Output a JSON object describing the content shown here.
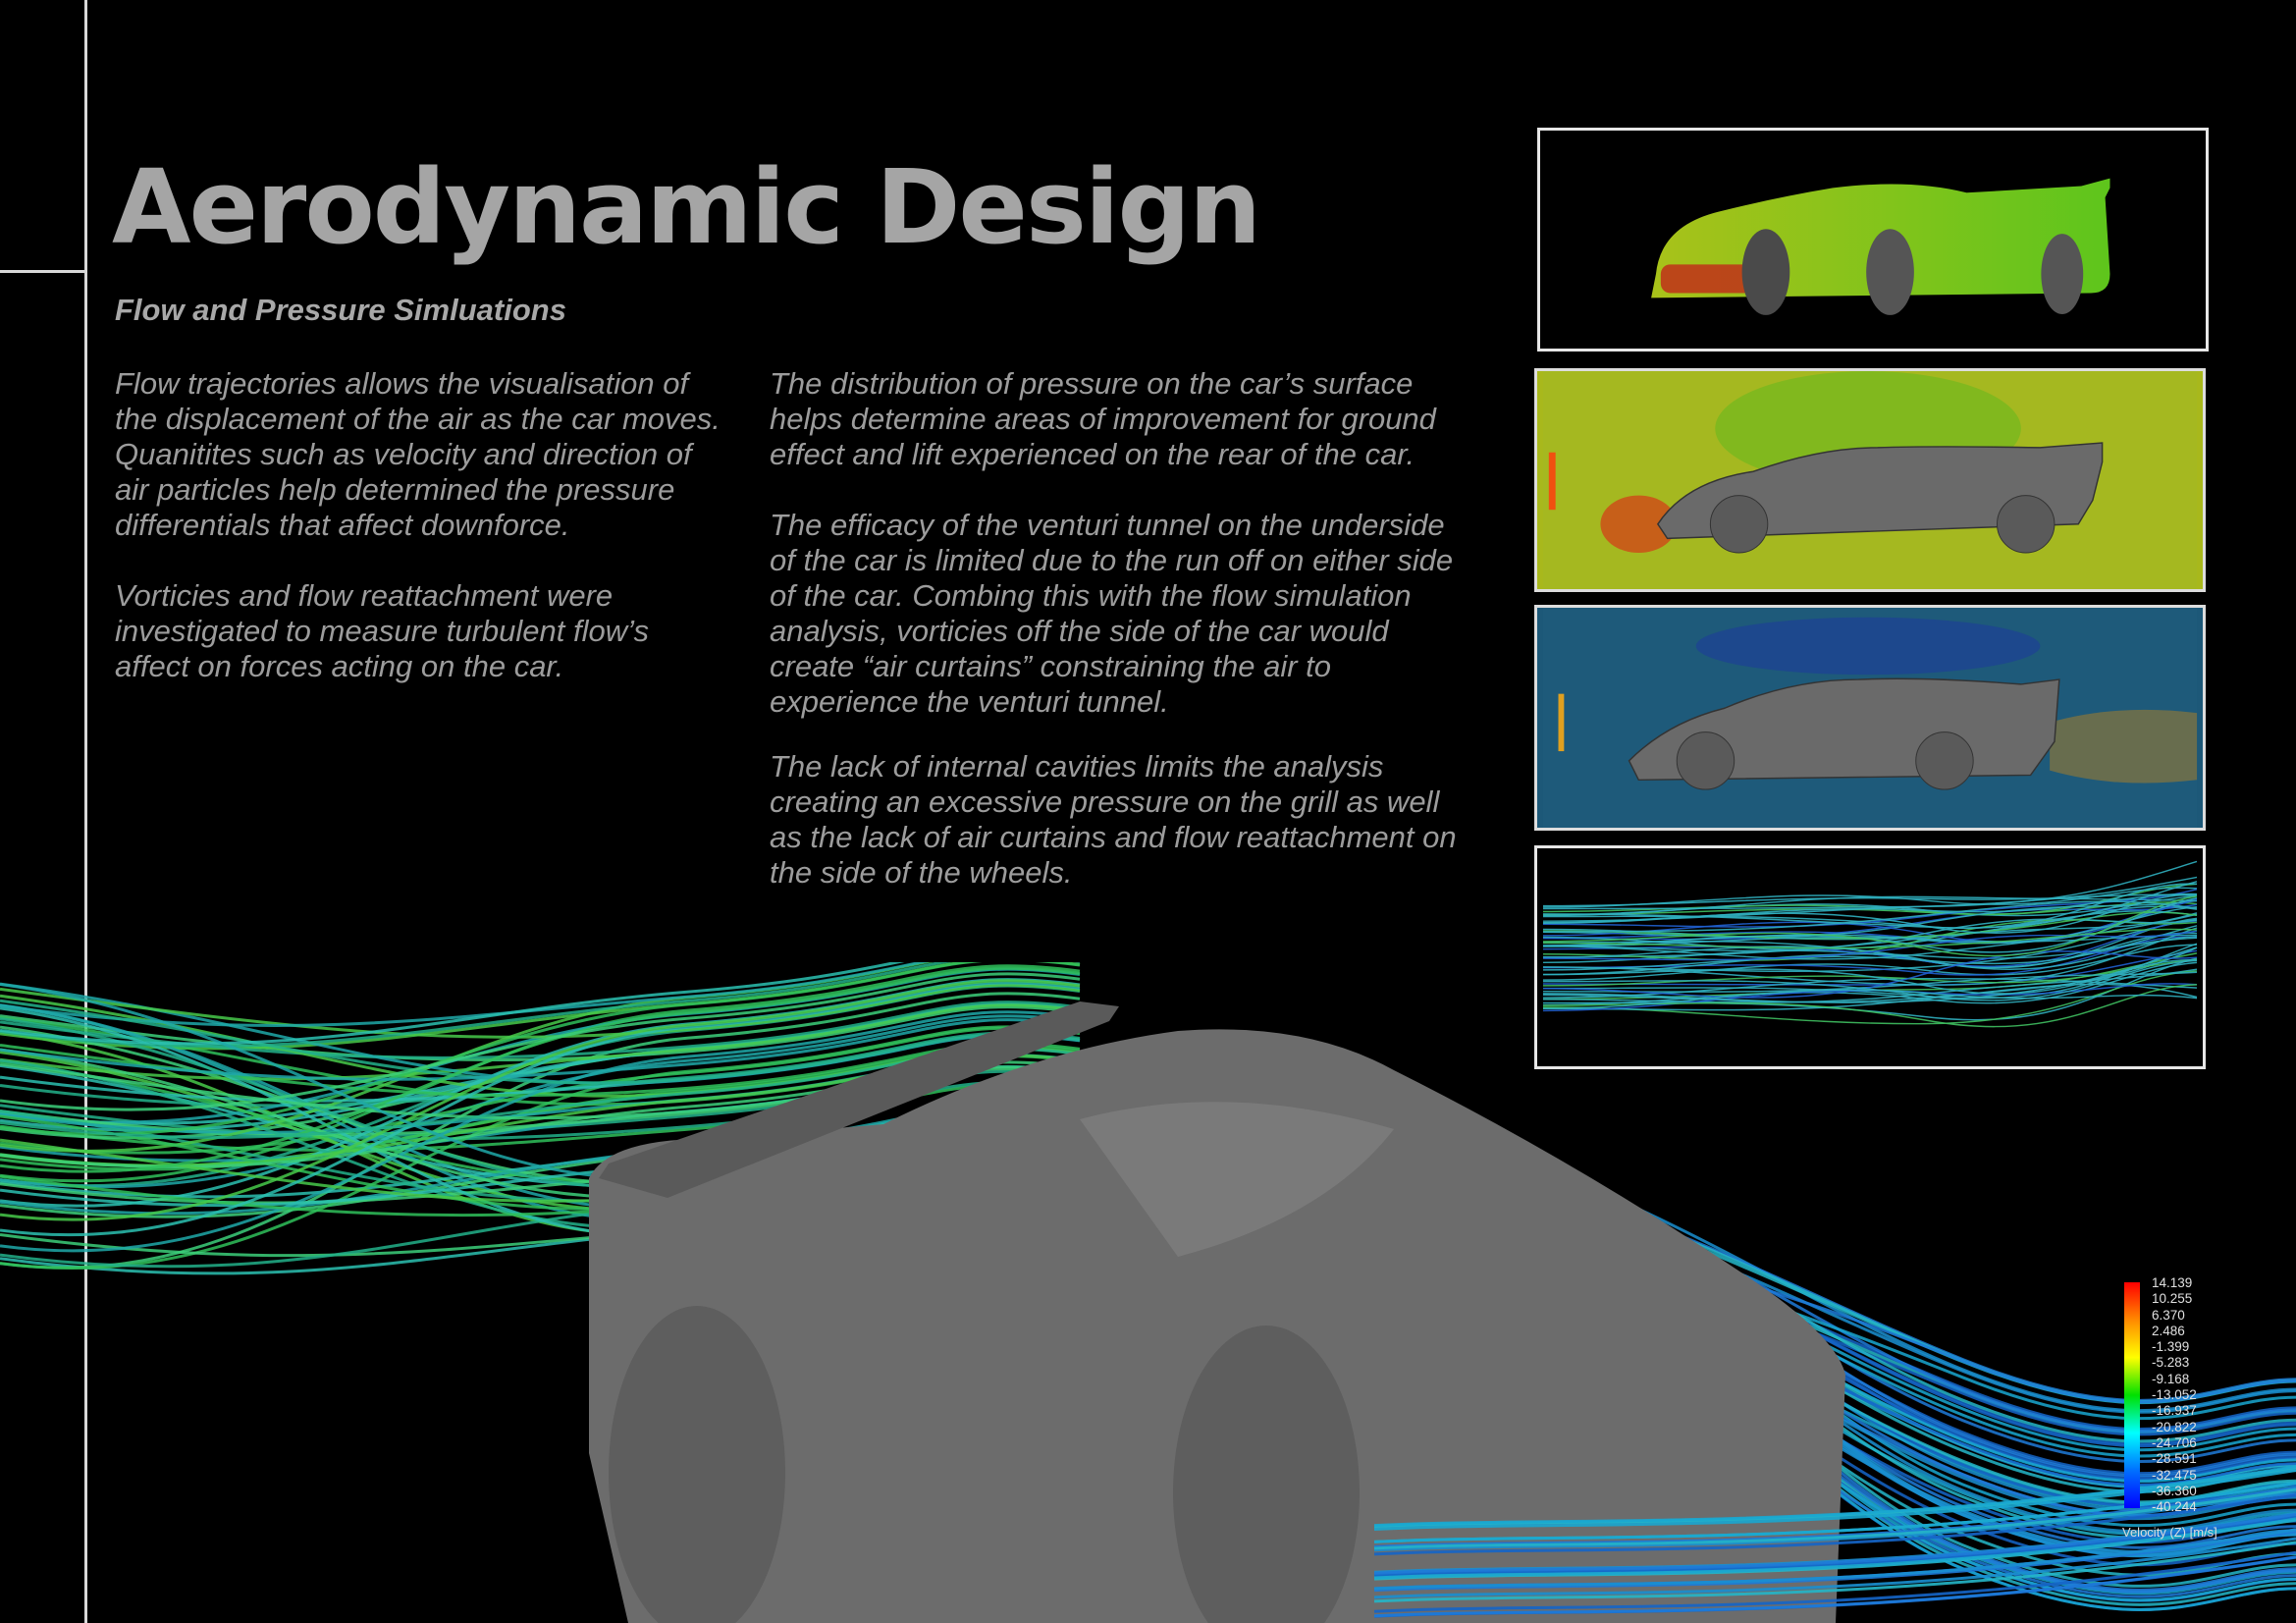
{
  "title": "Aerodynamic Design",
  "subtitle": "Flow and Pressure Simluations",
  "left_column": [
    "Flow trajectories allows the visualisation of the displacement of the air as the car moves. Quanitites such as velocity and direction of air particles help determined the pressure differentials that affect downforce.",
    "Vorticies and flow reattachment were investigated to measure turbulent flow’s affect on forces acting on the car."
  ],
  "right_column": [
    "The distribution of pressure on the car’s surface helps determine areas of improvement for ground effect and lift experienced on the rear of the car.",
    "The efficacy of the venturi tunnel on the underside of the car is limited due to the run off on either side of the car. Combing this with the flow simulation analysis, vorticies off the side of the car would create “air curtains” constraining the air to experience the venturi tunnel.",
    "The lack of internal cavities limits the analysis creating an excessive pressure on the grill as well as the lack of air curtains and flow reattachment on the side of the wheels."
  ],
  "legend": {
    "values": [
      "14.139",
      "10.255",
      "6.370",
      "2.486",
      "-1.399",
      "-5.283",
      "-9.168",
      "-13.052",
      "-16.937",
      "-20.822",
      "-24.706",
      "-28.591",
      "-32.475",
      "-36.360",
      "-40.244"
    ],
    "unit": "Velocity (Z) [m/s]"
  },
  "colors": {
    "background": "#000000",
    "text": "#9c9c9c",
    "car": "#6e6e6e",
    "stream_green": "#2fbf5a",
    "stream_blue": "#1a8fd0"
  }
}
